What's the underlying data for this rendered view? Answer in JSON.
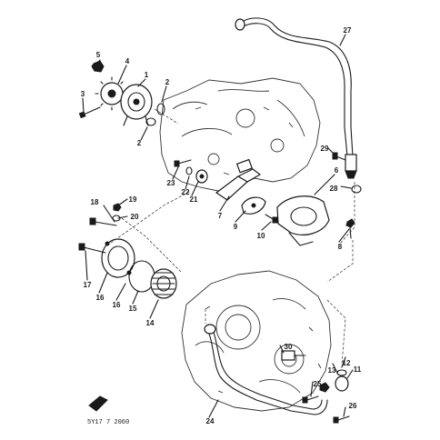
{
  "figure_code": "5Y17 7 2060",
  "callouts": [
    "1",
    "2",
    "3",
    "4",
    "5",
    "6",
    "7",
    "8",
    "9",
    "10",
    "11",
    "12",
    "13",
    "14",
    "15",
    "16",
    "17",
    "18",
    "19",
    "20",
    "21",
    "22",
    "23",
    "24",
    "25",
    "26",
    "27",
    "28",
    "29",
    "30"
  ],
  "colors": {
    "ink": "#1a1a1a",
    "paper": "#ffffff"
  }
}
